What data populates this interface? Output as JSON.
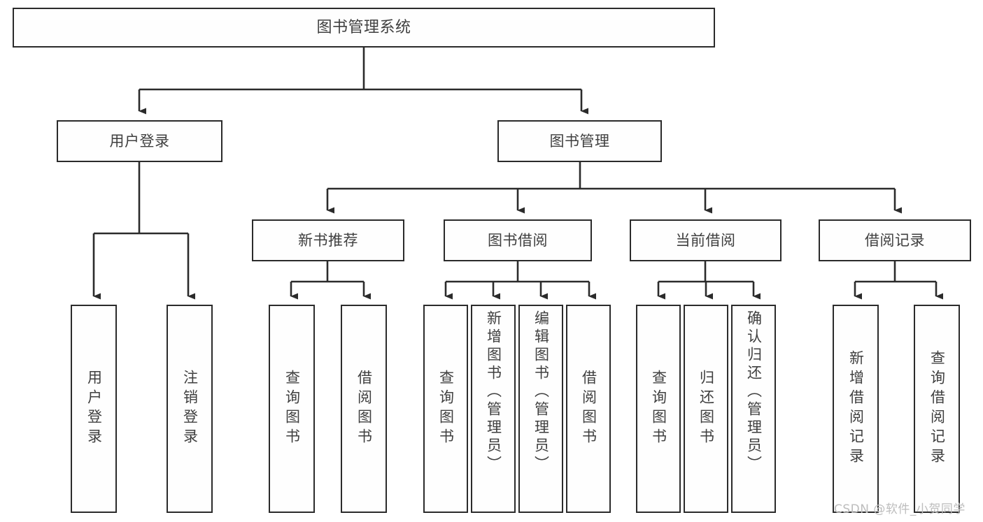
{
  "diagram": {
    "title": "图书管理系统",
    "type": "tree-hierarchy-diagram",
    "stroke_color": "#2b2b2b",
    "text_color": "#3f3f3f",
    "background_color": "#ffffff"
  },
  "nodes": {
    "root": {
      "label": "图书管理系统"
    },
    "level2": [
      {
        "label": "用户登录"
      },
      {
        "label": "图书管理"
      }
    ],
    "level3": [
      {
        "label": "新书推荐"
      },
      {
        "label": "图书借阅"
      },
      {
        "label": "当前借阅"
      },
      {
        "label": "借阅记录"
      }
    ],
    "leaves": {
      "user_login": [
        {
          "label": "用户登录"
        },
        {
          "label": "注销登录"
        }
      ],
      "new_book_recommend": [
        {
          "label": "查询图书"
        },
        {
          "label": "借阅图书"
        }
      ],
      "book_borrow": [
        {
          "label": "查询图书"
        },
        {
          "label": "新增图书（管理员）"
        },
        {
          "label": "编辑图书（管理员）"
        },
        {
          "label": "借阅图书"
        }
      ],
      "current_borrow": [
        {
          "label": "查询图书"
        },
        {
          "label": "归还图书"
        },
        {
          "label": "确认归还（管理员）"
        }
      ],
      "borrow_record": [
        {
          "label": "新增借阅记录"
        },
        {
          "label": "查询借阅记录"
        }
      ]
    }
  },
  "watermark": {
    "text": "CSDN @软件_小贺同学"
  }
}
